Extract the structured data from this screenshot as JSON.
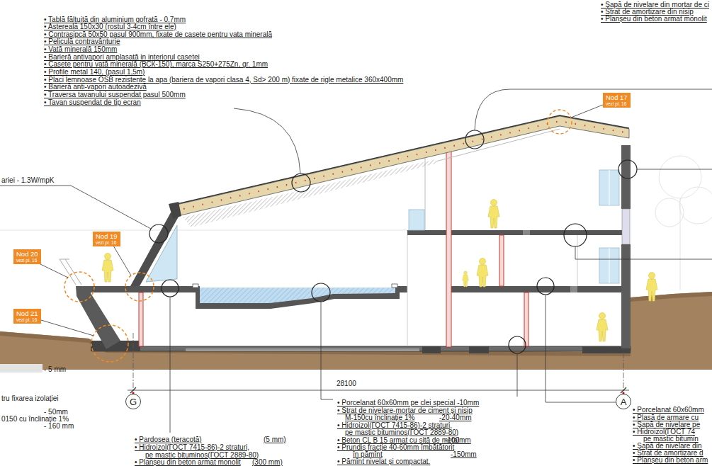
{
  "diagram": {
    "nodes": [
      {
        "text": [
          "Nod 17",
          "vezi pl. 16"
        ]
      },
      {
        "text": [
          "Nod 19",
          "vezi pl. 16"
        ]
      },
      {
        "text": [
          "Nod 20",
          "vezi pl. 16"
        ]
      },
      {
        "text": [
          "Nod 21",
          "vezi pl. 16"
        ]
      },
      {
        "text": [
          "G"
        ]
      },
      {
        "text": [
          "A"
        ]
      }
    ],
    "labels": [
      "• Tablă fălțuită din aluminium gofrată - 0.7mm",
      "• Astereală 150x30 (rostul 3-4cm între ele)",
      "• Contrașipcă 50x50 pasul 900mm, fixate de casete pentru vata minerală",
      "• Peliculă contravânturie",
      "• Vată minerală 150mm",
      "• Barieră antivapori amplasată in interiorul casetei",
      "• Casete pentru vată minerală (ВСК-150), marca S250+275Zn, gr. 1mm",
      "• Profile metal 140, (pasul 1,5m)",
      "• Placi lemnoase OSB rezistente la apa (bariera de vapori clasa 4, Sd> 200 m) fixate de rigle metalice 360x400mm",
      "• Barieră anti-vapori autoadezivă",
      "• Traversa tavanului suspendat pasul 500mm",
      "• Tavan suspendat de tip ecran",
      "• Șapă de nivelare din mortar de ci",
      "• Strat de amortizare din nisip",
      "• Planșeu din beton armat monolit",
      "ariei - 1.3W/mpK",
      "- 5 mm",
      "28100",
      "tru fixarea izolației",
      "- 50mm",
      "0150 cu înclinație 1%",
      "- 160 mm",
      "• Porcelanat 60x60mm pe clei special -10mm",
      "• Strat de nivelare-mortar de ciment și nisip",
      "M-150cu înclinație 1%",
      "-20-40mm",
      "• Hidroizol(ГОСТ 7415-86)-2 straturi,",
      "pe mastic bituminos(ГОСТ 2889-80)",
      "• Beton CL B 15 armat cu sită de metal",
      "-100mm",
      "• Prundiș fracție 40-60mm îmbătătorit",
      "în pămînt",
      "-150mm",
      "• Pămînt nivelat și compactat.",
      "• Pardosea (teracotă)",
      "(5 mm)",
      "• Hidroizol(ГОСТ 7415-86)-2 straturi,",
      "pe mastic bituminos(ГОСТ 2889-80)",
      "• Planșeu din beton armat monolit",
      "(300 mm)",
      "• Porcelanat 60x60mm",
      "• Plasă de armare cu",
      "• Șapă de nivelare pe",
      "• Hidroizol(ГОСТ 74",
      "pe mastic bitumin",
      "• Șapă de nivelare din",
      "• Strat de amortizare d",
      "• Planșeu din beton arm"
    ]
  }
}
